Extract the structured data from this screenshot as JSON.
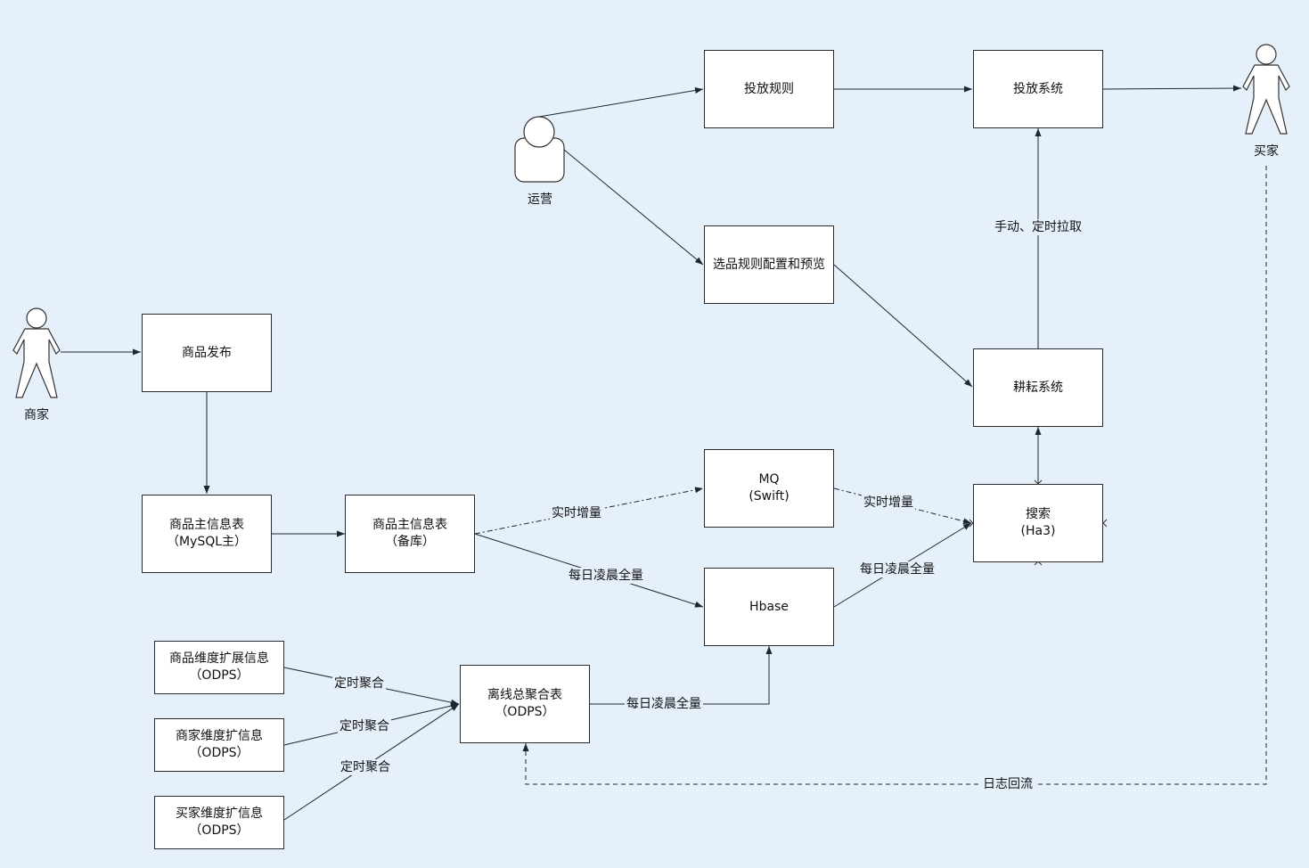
{
  "actors": {
    "merchant": "商家",
    "operator": "运营",
    "buyer": "买家"
  },
  "nodes": {
    "publish": [
      "商品发布"
    ],
    "mysql_master": [
      "商品主信息表",
      "（MySQL主）"
    ],
    "backup": [
      "商品主信息表",
      "（备库）"
    ],
    "mq": [
      "MQ",
      "(Swift)"
    ],
    "hbase": [
      "Hbase"
    ],
    "search": [
      "搜索",
      "(Ha3)"
    ],
    "cultivation": [
      "耕耘系统"
    ],
    "delivery_system": [
      "投放系统"
    ],
    "delivery_rule": [
      "投放规则"
    ],
    "selection_rule": [
      "选品规则配置和预览"
    ],
    "product_ext": [
      "商品维度扩展信息",
      "（ODPS）"
    ],
    "merchant_ext": [
      "商家维度扩信息",
      "（ODPS）"
    ],
    "buyer_ext": [
      "买家维度扩信息",
      "（ODPS）"
    ],
    "offline_agg": [
      "离线总聚合表",
      "（ODPS）"
    ]
  },
  "edge_labels": {
    "realtime_inc_1": "实时增量",
    "daily_full_1": "每日凌晨全量",
    "realtime_inc_2": "实时增量",
    "daily_full_2": "每日凌晨全量",
    "daily_full_3": "每日凌晨全量",
    "manual_pull": "手动、定时拉取",
    "scheduled_agg_1": "定时聚合",
    "scheduled_agg_2": "定时聚合",
    "scheduled_agg_3": "定时聚合",
    "log_return": "日志回流"
  }
}
